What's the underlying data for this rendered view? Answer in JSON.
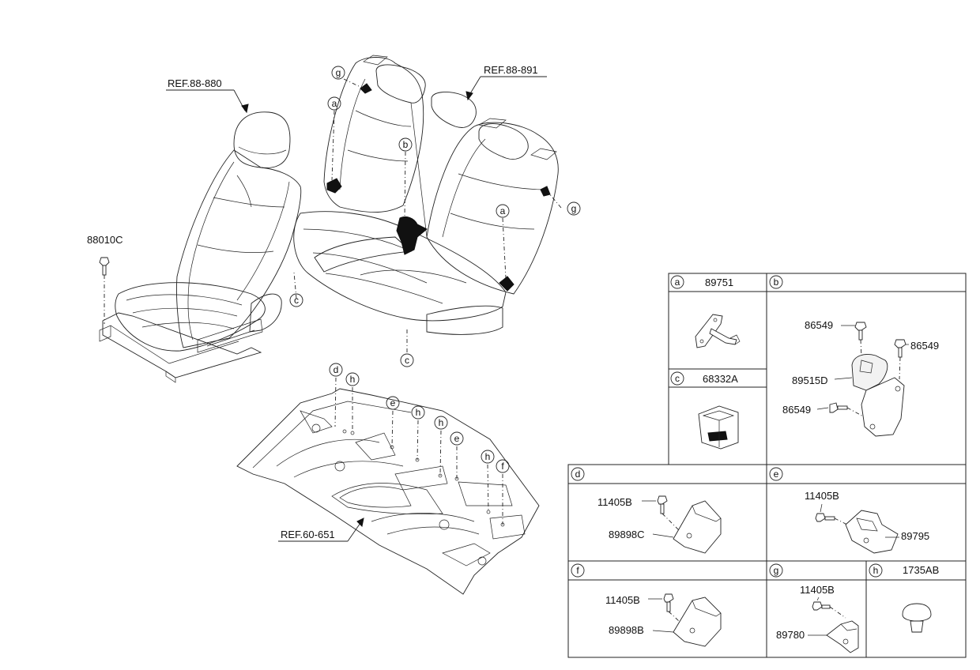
{
  "references": {
    "front_seat": "REF.88-880",
    "rear_seat": "REF.88-891",
    "floor_panel": "REF.60-651"
  },
  "front_seat_part": "88010C",
  "callout_letters": {
    "a": "a",
    "b": "b",
    "c": "c",
    "d": "d",
    "e": "e",
    "f": "f",
    "g": "g",
    "h": "h"
  },
  "detail_boxes": {
    "a": {
      "letter": "a",
      "title": "89751"
    },
    "b": {
      "letter": "b",
      "title": "",
      "labels": [
        "86549",
        "86549",
        "89515D",
        "86549"
      ]
    },
    "c": {
      "letter": "c",
      "title": "68332A"
    },
    "d": {
      "letter": "d",
      "title": "",
      "labels": [
        "11405B",
        "89898C"
      ]
    },
    "e": {
      "letter": "e",
      "title": "",
      "labels": [
        "11405B",
        "89795"
      ]
    },
    "f": {
      "letter": "f",
      "title": "",
      "labels": [
        "11405B",
        "89898B"
      ]
    },
    "g": {
      "letter": "g",
      "title": "",
      "labels": [
        "11405B",
        "89780"
      ]
    },
    "h": {
      "letter": "h",
      "title": "1735AB"
    }
  }
}
